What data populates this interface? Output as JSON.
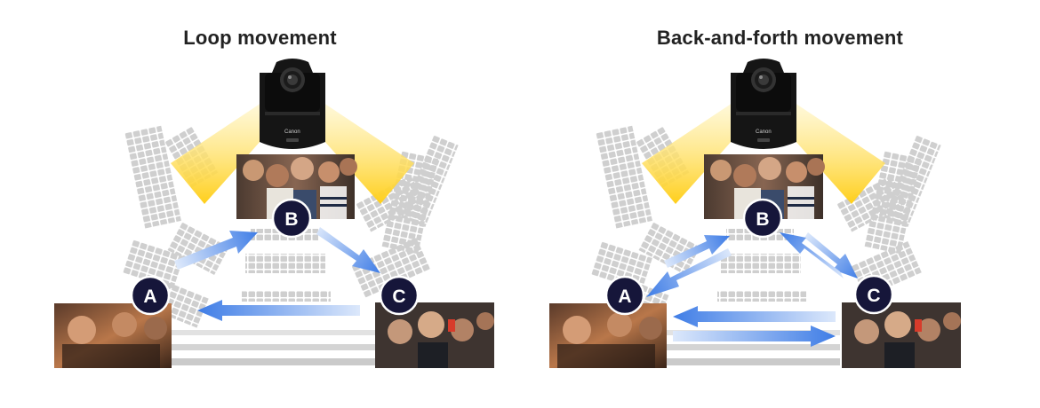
{
  "colors": {
    "accent_blue": "#4a86e8",
    "marker_fill": "#16163a",
    "seat_gray": "#cfcfcf",
    "beam_yellow": "#ffd530"
  },
  "camera": {
    "brand": "Canon"
  },
  "panels": [
    {
      "id": "loop",
      "title": "Loop movement",
      "markers": [
        "A",
        "B",
        "C"
      ],
      "arrows": [
        "A-to-B",
        "B-to-C",
        "C-to-A"
      ]
    },
    {
      "id": "back-and-forth",
      "title": "Back-and-forth movement",
      "markers": [
        "A",
        "B",
        "C"
      ],
      "arrows": [
        "A-to-B",
        "B-to-A",
        "B-to-C",
        "C-to-B",
        "A-to-C",
        "C-to-A"
      ]
    }
  ]
}
